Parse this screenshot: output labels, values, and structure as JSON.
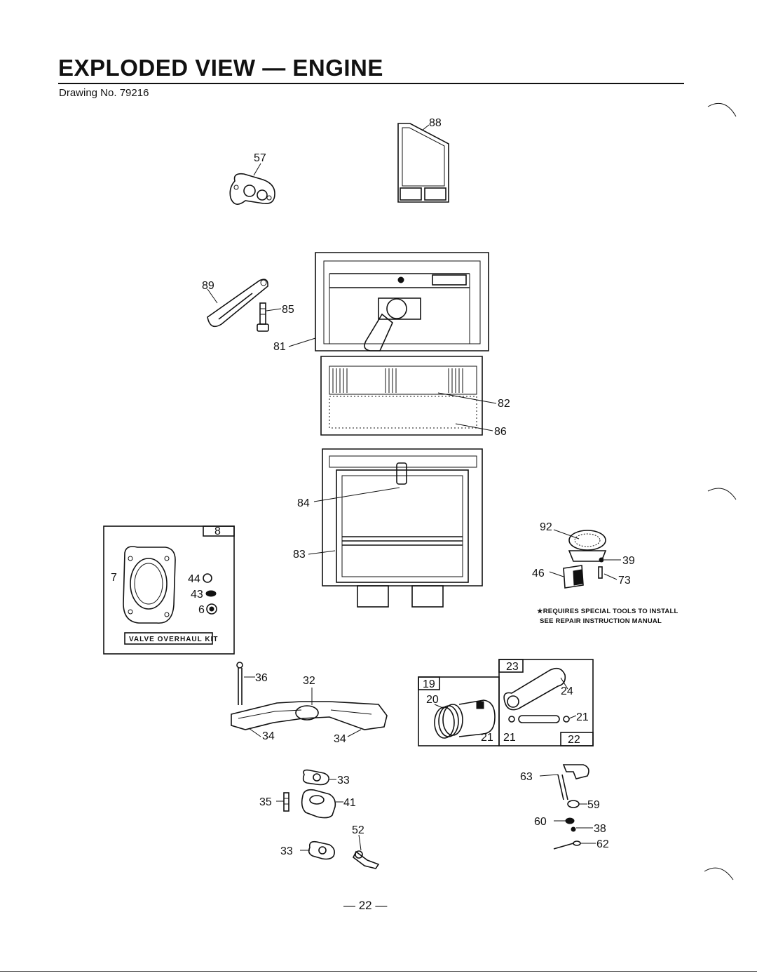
{
  "header": {
    "title": "EXPLODED VIEW — ENGINE",
    "drawing_no": "Drawing No. 79216"
  },
  "callouts": {
    "p88": "88",
    "p57": "57",
    "p89": "89",
    "p85": "85",
    "p81": "81",
    "p82": "82",
    "p86": "86",
    "p84": "84",
    "p83": "83",
    "p92": "92",
    "p39": "39",
    "p46": "46",
    "p73": "73",
    "p7": "7",
    "p8": "8",
    "p44": "44",
    "p43": "43",
    "p6": "6",
    "p36": "36",
    "p32": "32",
    "p34a": "34",
    "p34b": "34",
    "p23": "23",
    "p24": "24",
    "p19": "19",
    "p20": "20",
    "p21a": "21",
    "p21b": "21",
    "p21c": "21",
    "p22": "22",
    "p33a": "33",
    "p35": "35",
    "p41": "41",
    "p52": "52",
    "p33b": "33",
    "p63": "63",
    "p59": "59",
    "p60": "60",
    "p38": "38",
    "p62": "62"
  },
  "valve_kit": {
    "label": "VALVE OVERHAUL KIT"
  },
  "note": {
    "line1": "★REQUIRES SPECIAL TOOLS TO INSTALL",
    "line2": "SEE REPAIR INSTRUCTION MANUAL"
  },
  "footer": {
    "page": "— 22 —"
  }
}
